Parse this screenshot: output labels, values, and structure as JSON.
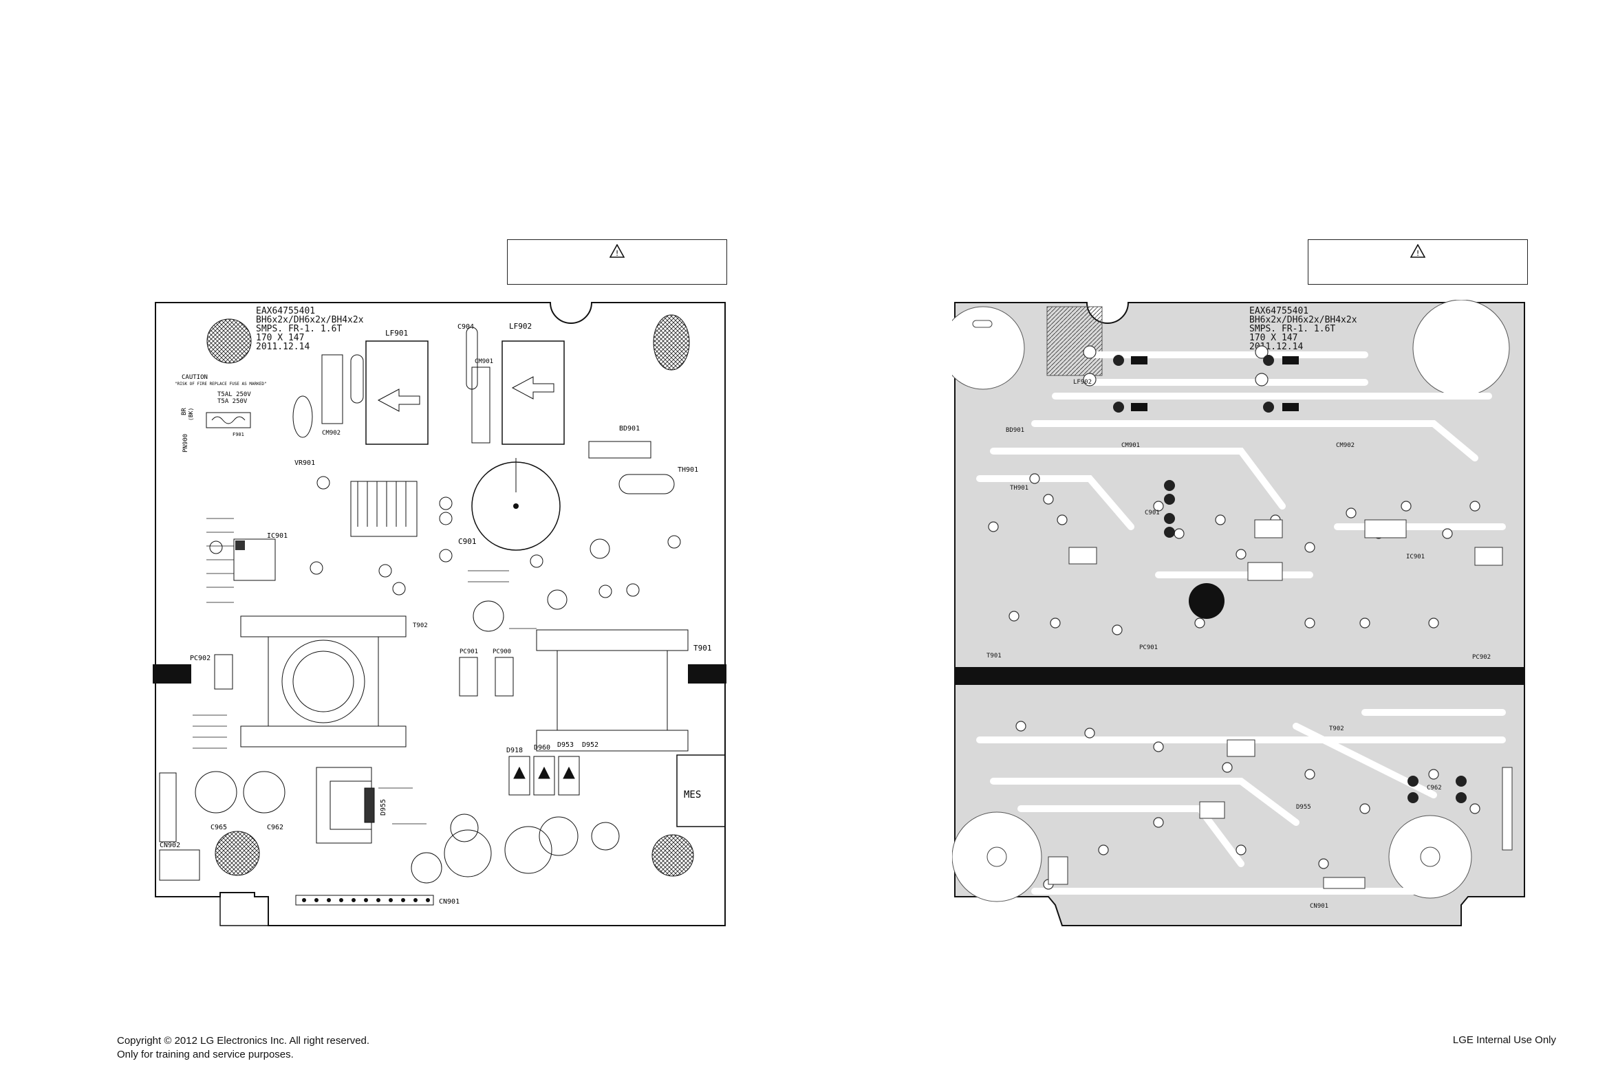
{
  "warning_symbol": "!",
  "left_board": {
    "header": [
      "EAX64755401",
      "BH6x2x/DH6x2x/BH4x2x",
      "SMPS. FR-1. 1.6T",
      "170 X 147",
      "2011.12.14"
    ],
    "caution_title": "CAUTION",
    "caution_text": "\"RISK OF FIRE REPLACE FUSE AS MARKED\"",
    "fuse_rating": [
      "T5AL 250V",
      "T5A 250V"
    ],
    "mes_label": "MES",
    "components": {
      "lf901": "LF901",
      "lf902": "LF902",
      "c904": "C904",
      "cm901": "CM901",
      "cm902": "CM902",
      "bd901": "BD901",
      "th901": "TH901",
      "vr901": "VR901",
      "ic901": "IC901",
      "c901": "C901",
      "t901": "T901",
      "t902": "T902",
      "pc901": "PC901",
      "pc900": "PC900",
      "pc902": "PC902",
      "d918": "D918",
      "d960": "D960",
      "d953": "D953",
      "d952": "D952",
      "d955": "D955",
      "c965": "C965",
      "c962": "C962",
      "cn902": "CN902",
      "cn901": "CN901",
      "f901": "F901",
      "pn900": "PN900",
      "br": "BR",
      "bk": "(BK)"
    }
  },
  "right_board": {
    "header": [
      "EAX64755401",
      "BH6x2x/DH6x2x/BH4x2x",
      "SMPS. FR-1. 1.6T",
      "170 X 147",
      "2011.12.14"
    ],
    "components": {
      "c901": "C901",
      "t901": "T901",
      "t902": "T902",
      "d955": "D955",
      "c962": "C962",
      "pc901": "PC901",
      "pc902": "PC902",
      "ic901": "IC901",
      "lf902": "LF902",
      "cm901": "CM901",
      "cm902": "CM902",
      "bd901": "BD901",
      "th901": "TH901",
      "cn901": "CN901"
    }
  },
  "footer": {
    "copyright": "Copyright © 2012 LG Electronics Inc. All right reserved.",
    "purpose": "Only for training and service purposes.",
    "internal": "LGE Internal Use Only"
  }
}
